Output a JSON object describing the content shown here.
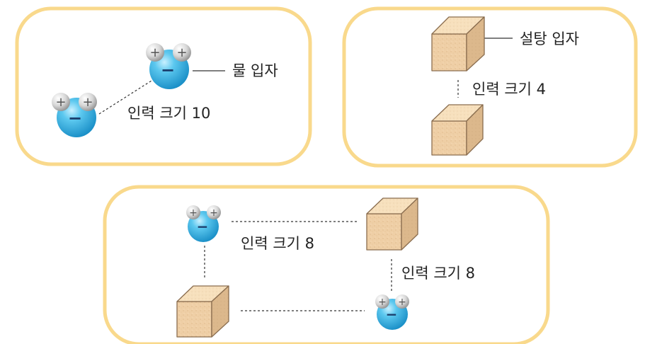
{
  "panels": [
    {
      "water_label": "물 입자",
      "force_label": "인력 크기 10"
    },
    {
      "sugar_label": "설탕 입자",
      "force_label": "인력 크기 4"
    },
    {
      "force_label_horizontal": "인력 크기 8",
      "force_label_vertical": "인력 크기 8"
    }
  ],
  "charges": {
    "positive": "+",
    "negative": "−"
  },
  "colors": {
    "panel_border": "#f9d98c",
    "water_particle": "#3cb1e0",
    "sugar_particle": "#f0d1a8"
  }
}
